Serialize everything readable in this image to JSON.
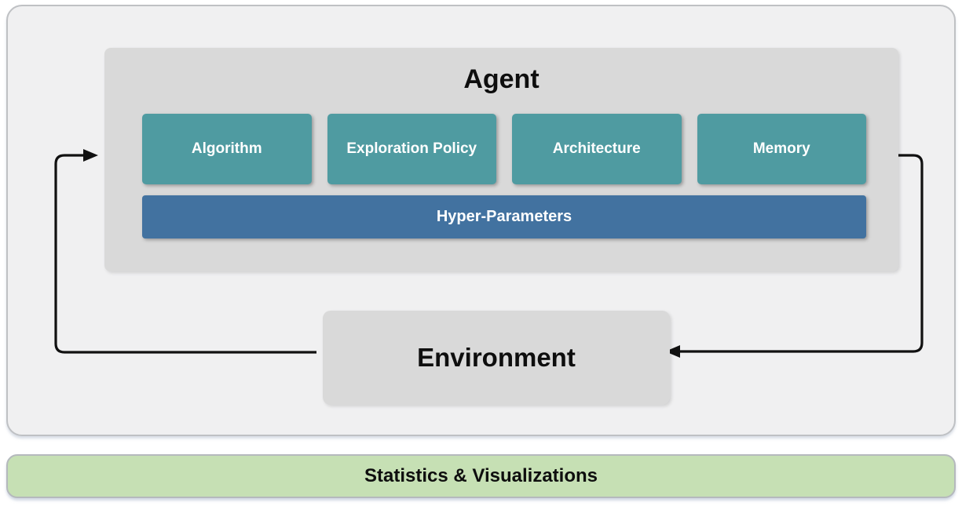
{
  "diagram": {
    "agent": {
      "title": "Agent",
      "modules": [
        {
          "label": "Algorithm"
        },
        {
          "label": "Exploration Policy"
        },
        {
          "label": "Architecture"
        },
        {
          "label": "Memory"
        }
      ],
      "hyperparameters_label": "Hyper-Parameters"
    },
    "environment": {
      "title": "Environment"
    },
    "footer": {
      "label": "Statistics & Visualizations"
    },
    "arrows": [
      {
        "name": "environment-to-agent-arrow"
      },
      {
        "name": "agent-to-environment-arrow"
      }
    ],
    "colors": {
      "module_teal": "#4f9ba1",
      "hyperparameters_blue": "#4272a0",
      "container_gray": "#d9d9d9",
      "outer_bg": "#f0f0f1",
      "footer_green": "#c6e0b4",
      "arrow_black": "#111111"
    }
  }
}
